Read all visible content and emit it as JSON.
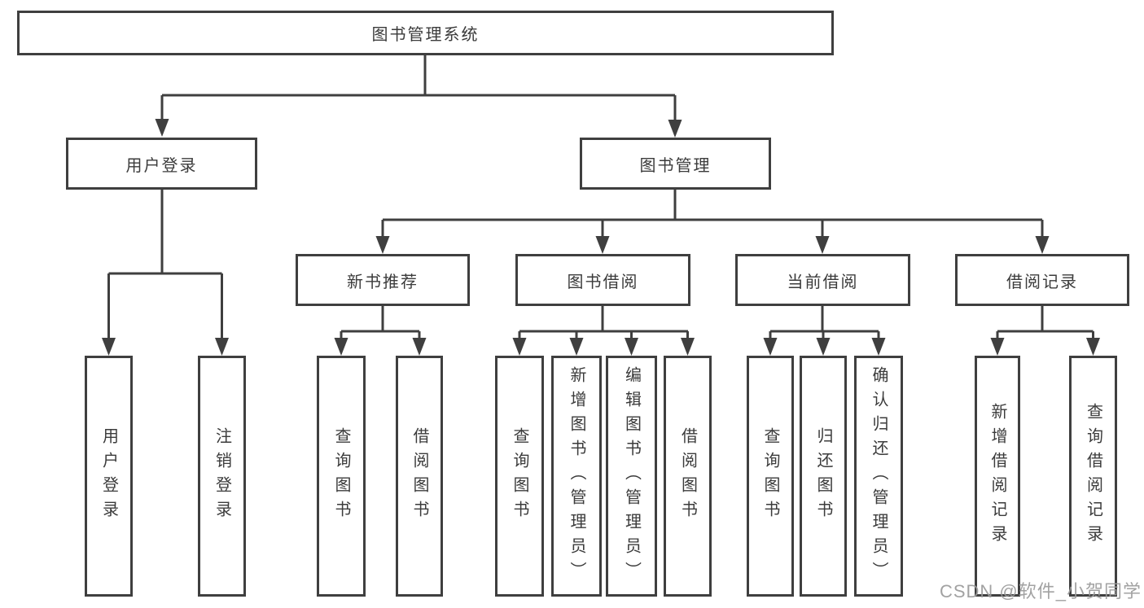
{
  "diagram": {
    "title_node": "图书管理系统",
    "root": {
      "label": "图书管理系统"
    },
    "branches": [
      {
        "label": "用户登录",
        "children": [
          {
            "label": "用户登录"
          },
          {
            "label": "注销登录"
          }
        ]
      },
      {
        "label": "图书管理",
        "children": [
          {
            "label": "新书推荐",
            "children": [
              {
                "label": "查询图书"
              },
              {
                "label": "借阅图书"
              }
            ]
          },
          {
            "label": "图书借阅",
            "children": [
              {
                "label": "查询图书"
              },
              {
                "label": "新增图书（管理员）"
              },
              {
                "label": "编辑图书（管理员）"
              },
              {
                "label": "借阅图书"
              }
            ]
          },
          {
            "label": "当前借阅",
            "children": [
              {
                "label": "查询图书"
              },
              {
                "label": "归还图书"
              },
              {
                "label": "确认归还（管理员）"
              }
            ]
          },
          {
            "label": "借阅记录",
            "children": [
              {
                "label": "新增借阅记录"
              },
              {
                "label": "查询借阅记录"
              }
            ]
          }
        ]
      }
    ]
  },
  "watermark": {
    "text": "CSDN @软件_小贺同学"
  },
  "colors": {
    "line": "#3f3f3f",
    "border": "#3f3f3f",
    "text": "#3b3b3b",
    "background": "#ffffff",
    "watermark": "#9a9a9a"
  }
}
